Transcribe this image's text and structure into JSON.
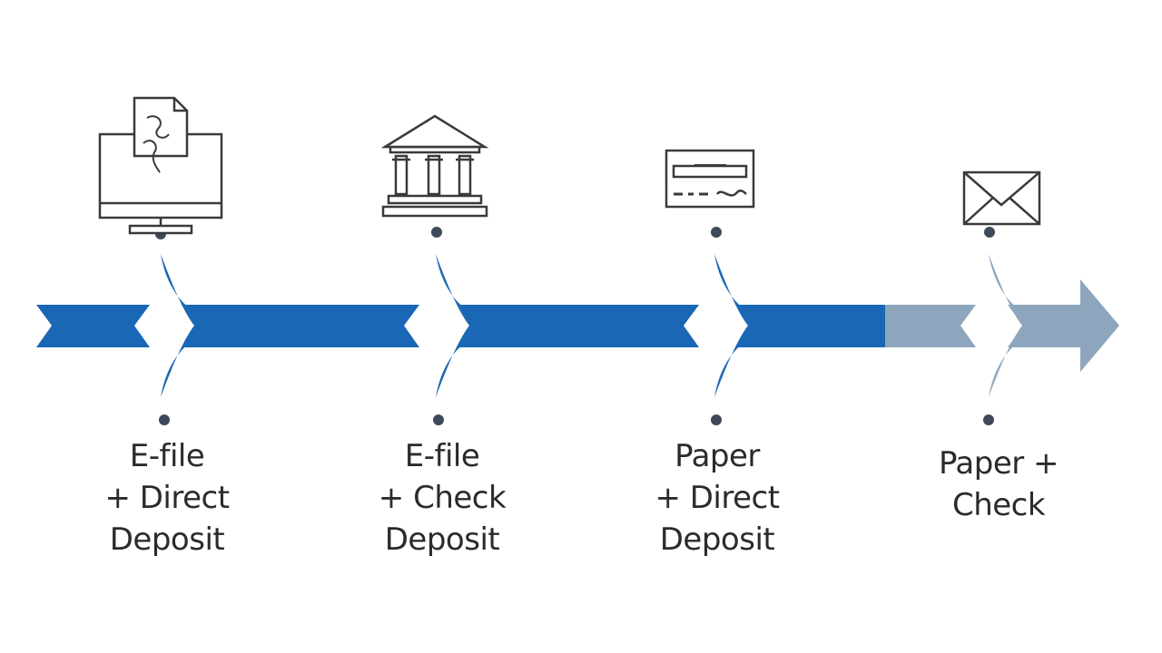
{
  "colors": {
    "flow_blue": "#1a67b5",
    "flow_gray": "#8ea6bd",
    "icon_stroke": "#3a3a3a",
    "dot": "#3e4a5a",
    "text": "#2b2b2b"
  },
  "steps": [
    {
      "icon": "computer-document-icon",
      "lines": [
        "E-file",
        "+ Direct",
        "Deposit"
      ],
      "tone": "active"
    },
    {
      "icon": "bank-icon",
      "lines": [
        "E-file",
        "+ Check",
        "Deposit"
      ],
      "tone": "active"
    },
    {
      "icon": "check-icon",
      "lines": [
        "Paper",
        "+ Direct",
        "Deposit"
      ],
      "tone": "active"
    },
    {
      "icon": "envelope-icon",
      "lines": [
        "Paper +",
        "Check"
      ],
      "tone": "muted"
    }
  ]
}
